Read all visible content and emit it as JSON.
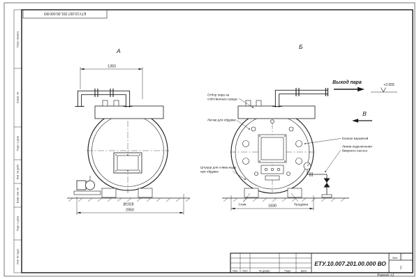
{
  "frame": {
    "stamp_rotated": "ЕТУ.10.007.201.00.000 ВО",
    "side_labels": {
      "perv": "Перв. примен.",
      "sprav": "Справ. №",
      "podp1": "Подп. и дата",
      "inv_dubl": "Инв. № дубл.",
      "vzam": "Взам. инв. №",
      "podp2": "Подп. и дата",
      "inv_podl": "Инв. № подл."
    }
  },
  "title_block": {
    "doc_number": "ЕТУ.10.007.201.00.000 ВО",
    "format": "Формат А3",
    "sheet_label": "Лист",
    "sheet_value": "2",
    "cols": {
      "izm": "Изм.",
      "list": "Лист",
      "doc": "№ докум.",
      "podp": "Подп.",
      "data": "Дата"
    }
  },
  "views": {
    "a": "А",
    "b": "Б",
    "v": "В"
  },
  "dims": {
    "top_width": "1350",
    "diameter": "Ø1928",
    "overall_length": "2950",
    "rear_width": "1830",
    "level_mark": "+2.655"
  },
  "annotations": {
    "steam_outlet": "Выход пара",
    "steam_tap_1": "Отбор пара на",
    "steam_tap_2": "собственные нужды",
    "blow_hatches": "Лючки для обдувки",
    "explosion_valve": "Клапан взрывной",
    "feed_line_1": "Линия подключения",
    "feed_line_2": "Ввернего насоса",
    "drain_fitting_1": "Штуцер для слива воды",
    "drain_fitting_2": "при обдувке",
    "drain": "Слив",
    "blowdown": "Продувка"
  }
}
